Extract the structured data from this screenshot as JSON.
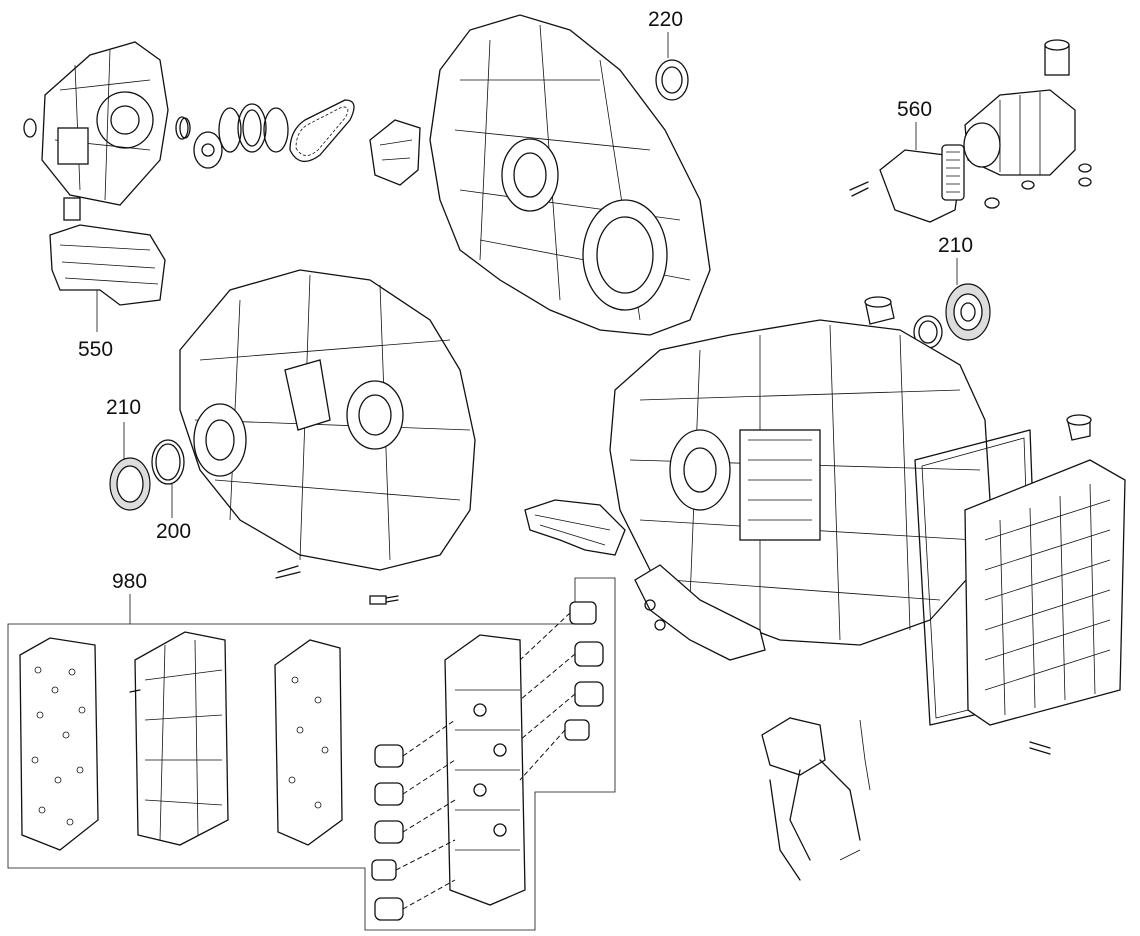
{
  "labels": {
    "p220": "220",
    "p560": "560",
    "p210_right": "210",
    "p550": "550",
    "p210_left": "210",
    "p200": "200",
    "p980": "980"
  }
}
